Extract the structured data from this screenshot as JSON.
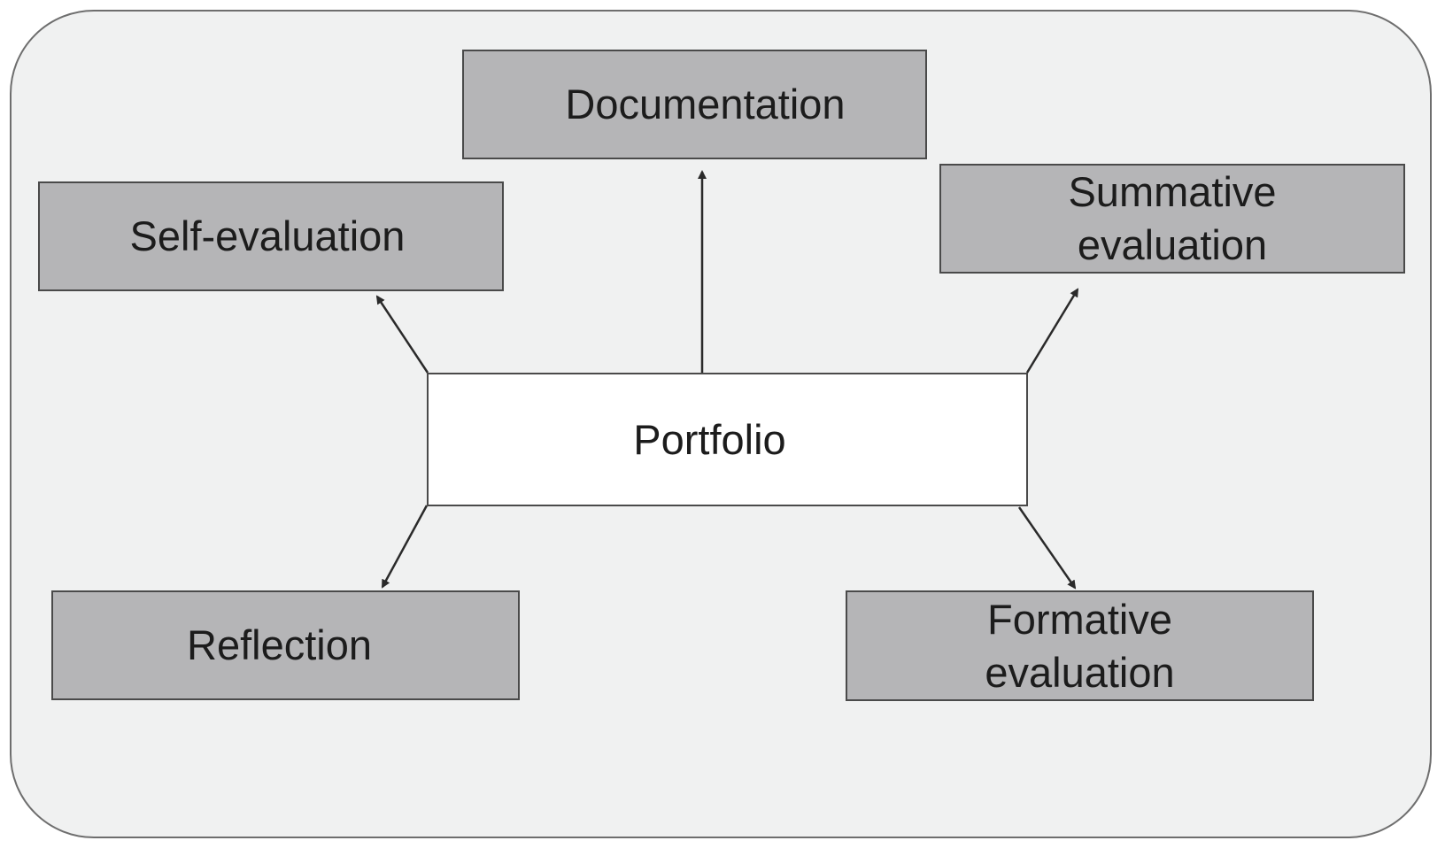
{
  "diagram": {
    "center": {
      "label": "Portfolio"
    },
    "nodes": {
      "documentation": {
        "label": "Documentation"
      },
      "self_evaluation": {
        "label": "Self-evaluation"
      },
      "summative_evaluation": {
        "label": "Summative\nevaluation"
      },
      "reflection": {
        "label": "Reflection"
      },
      "formative_evaluation": {
        "label": "Formative\nevaluation"
      }
    },
    "colors": {
      "background": "#f0f1f1",
      "node_fill": "#b5b5b7",
      "center_fill": "#ffffff",
      "stroke": "#4a4a4a"
    }
  }
}
